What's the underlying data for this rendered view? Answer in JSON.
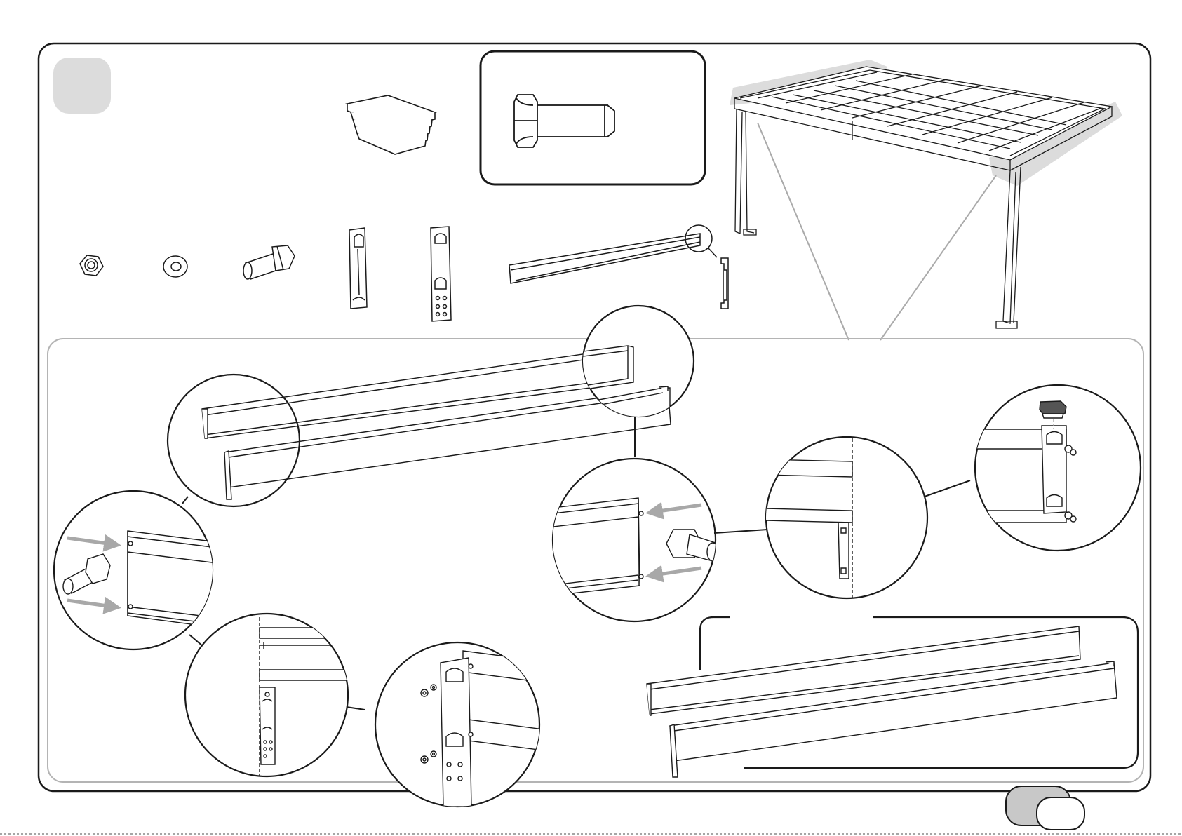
{
  "step_badge": {
    "text": "",
    "fill": "#dcdcdc"
  },
  "page_tab": {
    "text": "",
    "fill": "#c8c8c8"
  },
  "colors": {
    "line": "#1a1a1a",
    "soft_gray": "#dcdcdc",
    "arrow_gray": "#a8a8a8",
    "panel_border": "#b4b4b4"
  },
  "parts": [
    {
      "id": "end-cap",
      "icon": "end-cap-icon"
    },
    {
      "id": "bolt-detail",
      "icon": "bolt-icon"
    },
    {
      "id": "nut",
      "icon": "nut-icon"
    },
    {
      "id": "washer",
      "icon": "washer-icon"
    },
    {
      "id": "bolt",
      "icon": "bolt-icon"
    },
    {
      "id": "bracket",
      "icon": "bracket-icon"
    },
    {
      "id": "post-sleeve",
      "icon": "post-sleeve-icon"
    },
    {
      "id": "beam",
      "icon": "beam-icon"
    },
    {
      "id": "beam-profile",
      "icon": "beam-profile-icon"
    }
  ],
  "overview": {
    "icon": "pergola-overview-icon"
  },
  "details": [
    {
      "id": "detail-beam-ends",
      "icon": "magnifier-circle-icon"
    },
    {
      "id": "detail-insert-bolts-left",
      "icon": "magnifier-circle-icon"
    },
    {
      "id": "detail-bracket-alignment",
      "icon": "magnifier-circle-icon"
    },
    {
      "id": "detail-post-fastening",
      "icon": "magnifier-circle-icon"
    },
    {
      "id": "detail-insert-bolts-right",
      "icon": "magnifier-circle-icon"
    },
    {
      "id": "detail-right-alignment",
      "icon": "magnifier-circle-icon"
    },
    {
      "id": "detail-cap-fitting",
      "icon": "magnifier-circle-icon"
    },
    {
      "id": "detail-far-end",
      "icon": "magnifier-circle-icon"
    }
  ]
}
